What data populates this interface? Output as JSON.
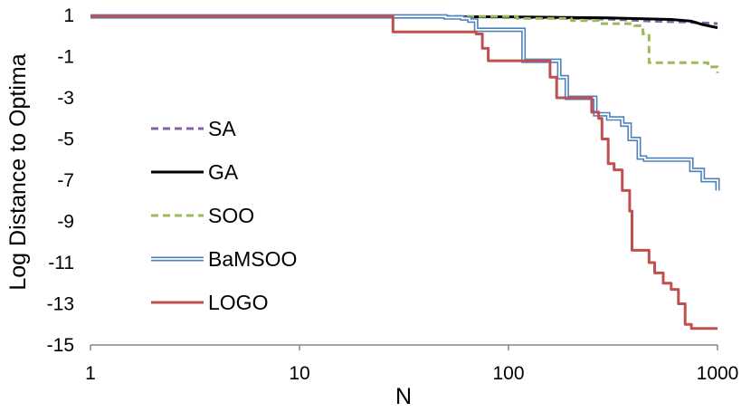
{
  "chart_data": {
    "type": "line",
    "xlabel": "N",
    "ylabel": "Log Distance to Optima",
    "x_scale": "log",
    "xlim": [
      1,
      1000
    ],
    "ylim": [
      -15,
      1
    ],
    "x_ticks": [
      "1",
      "10",
      "100",
      "1000"
    ],
    "y_ticks": [
      "1",
      "-1",
      "-3",
      "-5",
      "-7",
      "-9",
      "-11",
      "-13",
      "-15"
    ],
    "legend_position": "left-center",
    "series": [
      {
        "name": "SA",
        "color": "#8064A2",
        "style": "dashed",
        "points": [
          [
            1,
            0.95
          ],
          [
            50,
            0.95
          ],
          [
            120,
            0.9
          ],
          [
            300,
            0.82
          ],
          [
            500,
            0.72
          ],
          [
            700,
            0.68
          ],
          [
            1000,
            0.6
          ]
        ]
      },
      {
        "name": "GA",
        "color": "#000000",
        "style": "solid",
        "points": [
          [
            1,
            0.95
          ],
          [
            100,
            0.93
          ],
          [
            300,
            0.88
          ],
          [
            600,
            0.8
          ],
          [
            750,
            0.72
          ],
          [
            850,
            0.55
          ],
          [
            1000,
            0.4
          ]
        ]
      },
      {
        "name": "SOO",
        "color": "#9BBB59",
        "style": "dashed",
        "points": [
          [
            1,
            0.95
          ],
          [
            70,
            0.95
          ],
          [
            110,
            0.85
          ],
          [
            200,
            0.75
          ],
          [
            270,
            0.6
          ],
          [
            400,
            0.5
          ],
          [
            440,
            0.1
          ],
          [
            470,
            -1.3
          ],
          [
            800,
            -1.3
          ],
          [
            900,
            -1.5
          ],
          [
            1000,
            -1.8
          ]
        ]
      },
      {
        "name": "BaMSOO",
        "color": "#4F81BD",
        "style": "double",
        "points": [
          [
            1,
            0.95
          ],
          [
            28,
            0.95
          ],
          [
            50,
            0.9
          ],
          [
            60,
            0.85
          ],
          [
            65,
            0.75
          ],
          [
            70,
            0.3
          ],
          [
            110,
            0.3
          ],
          [
            118,
            -1.2
          ],
          [
            170,
            -1.2
          ],
          [
            175,
            -2.0
          ],
          [
            185,
            -2.0
          ],
          [
            190,
            -3.0
          ],
          [
            240,
            -3.0
          ],
          [
            260,
            -3.8
          ],
          [
            300,
            -4.0
          ],
          [
            350,
            -4.3
          ],
          [
            380,
            -5.0
          ],
          [
            420,
            -5.9
          ],
          [
            450,
            -6.0
          ],
          [
            700,
            -6.0
          ],
          [
            750,
            -6.5
          ],
          [
            850,
            -7.0
          ],
          [
            1000,
            -7.5
          ]
        ]
      },
      {
        "name": "LOGO",
        "color": "#C0504D",
        "style": "solid",
        "points": [
          [
            1,
            0.95
          ],
          [
            27,
            0.95
          ],
          [
            28,
            0.2
          ],
          [
            50,
            0.2
          ],
          [
            70,
            0.1
          ],
          [
            75,
            -0.6
          ],
          [
            80,
            -1.2
          ],
          [
            150,
            -1.2
          ],
          [
            158,
            -2.0
          ],
          [
            170,
            -3.0
          ],
          [
            230,
            -3.0
          ],
          [
            250,
            -3.7
          ],
          [
            270,
            -4.0
          ],
          [
            280,
            -5.0
          ],
          [
            300,
            -6.2
          ],
          [
            320,
            -6.5
          ],
          [
            350,
            -7.5
          ],
          [
            380,
            -8.5
          ],
          [
            390,
            -10.4
          ],
          [
            450,
            -10.4
          ],
          [
            470,
            -11.0
          ],
          [
            500,
            -11.5
          ],
          [
            550,
            -12.0
          ],
          [
            600,
            -12.3
          ],
          [
            650,
            -13.0
          ],
          [
            700,
            -14.0
          ],
          [
            750,
            -14.2
          ],
          [
            1000,
            -14.2
          ]
        ]
      }
    ]
  }
}
